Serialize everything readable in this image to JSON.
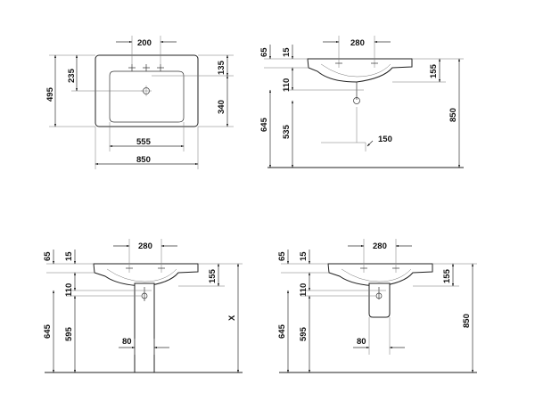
{
  "top_view": {
    "dims": {
      "tap_spacing": "200",
      "front_to_tap": "235",
      "total_depth": "495",
      "back_to_edge": "135",
      "drain_depth": "340",
      "inner_width": "555",
      "total_width": "850"
    }
  },
  "side_view_wall": {
    "dims": {
      "top_height": "65",
      "rim": "15",
      "tap_span": "280",
      "bowl_depth": "155",
      "drain_offset": "110",
      "install_height": "850",
      "siphon_height": "645",
      "drain_height": "535",
      "pipe": "150"
    }
  },
  "side_view_pedestal": {
    "dims": {
      "top_height": "65",
      "rim": "15",
      "tap_span": "280",
      "bowl_depth": "155",
      "drain_offset": "110",
      "siphon_height": "645",
      "pedestal_height": "595",
      "pedestal_width": "80",
      "variable_height": "X"
    }
  },
  "side_view_semi_pedestal": {
    "dims": {
      "top_height": "65",
      "rim": "15",
      "tap_span": "280",
      "bowl_depth": "155",
      "drain_offset": "110",
      "siphon_height": "645",
      "pedestal_height": "595",
      "pedestal_width": "80",
      "install_height": "850"
    }
  }
}
